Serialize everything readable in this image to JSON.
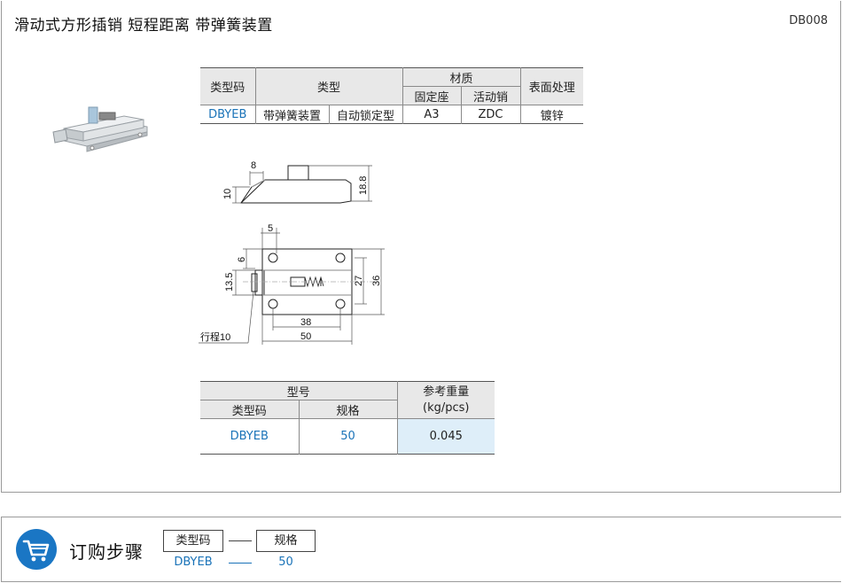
{
  "header": {
    "title": "滑动式方形插销  短程距离  带弹簧装置",
    "code": "DB008"
  },
  "spec_table": {
    "h_type_code": "类型码",
    "h_type": "类型",
    "h_material": "材质",
    "h_surface": "表面处理",
    "h_base": "固定座",
    "h_pin": "活动销",
    "v_type_code": "DBYEB",
    "v_type_1": "带弹簧装置",
    "v_type_2": "自动锁定型",
    "v_base": "A3",
    "v_pin": "ZDC",
    "v_surface": "镀锌"
  },
  "drawing": {
    "side": {
      "d8": "8",
      "d10": "10",
      "d18_8": "18.8"
    },
    "top": {
      "d5": "5",
      "d6": "6",
      "d13_5": "13.5",
      "d27": "27",
      "d36": "36",
      "d38": "38",
      "d50": "50",
      "stroke": "行程10"
    }
  },
  "weight_table": {
    "h_model": "型号",
    "h_type_code": "类型码",
    "h_spec": "规格",
    "h_weight_1": "参考重量",
    "h_weight_2": "(kg/pcs)",
    "v_type_code": "DBYEB",
    "v_spec": "50",
    "v_weight": "0.045"
  },
  "order": {
    "title": "订购步骤",
    "step1_label": "类型码",
    "step2_label": "规格",
    "step1_value": "DBYEB",
    "step2_value": "50"
  },
  "colors": {
    "accent": "#1a76c4",
    "value_blue": "#1a73b8",
    "highlight": "#deeef9",
    "header_gray": "#e8e8e8"
  }
}
